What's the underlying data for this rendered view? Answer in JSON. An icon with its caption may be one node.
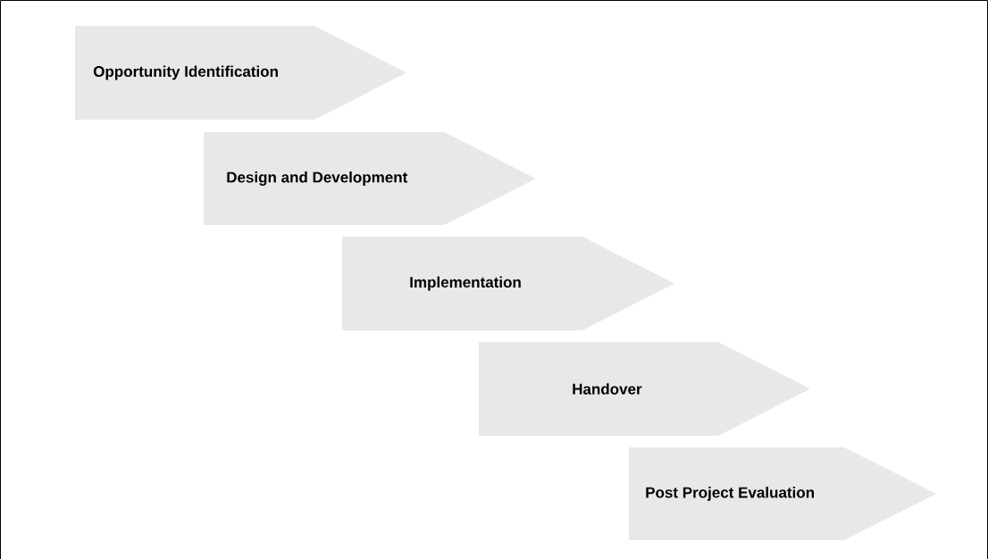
{
  "diagram": {
    "nodes": [
      {
        "text": [
          "Opportunity Identification"
        ]
      },
      {
        "text": [
          "Design and Development"
        ]
      },
      {
        "text": [
          "Implementation"
        ]
      },
      {
        "text": [
          "Handover"
        ]
      },
      {
        "text": [
          "Post Project Evaluation"
        ]
      }
    ]
  }
}
